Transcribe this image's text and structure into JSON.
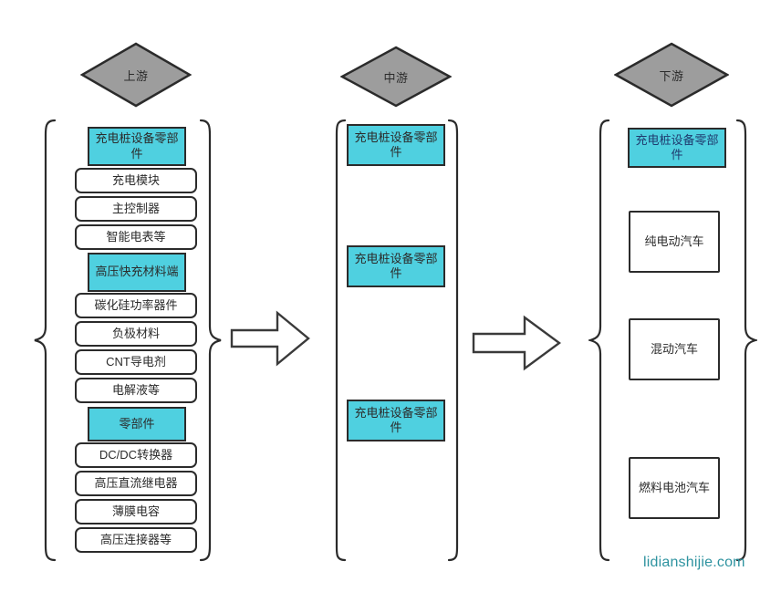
{
  "diagram": {
    "type": "value-chain-flow",
    "watermark": "lidianshijie.com",
    "colors": {
      "accent_cyan": "#4fd0e0",
      "stage_gray": "#9d9d9d",
      "outline": "#2b2b2b",
      "watermark": "#2e93a0",
      "right_header_text": "#1f3a6e"
    },
    "stages": [
      {
        "id": "upstream",
        "label": "上游",
        "groups": [
          {
            "header": "充电桩设备零部件",
            "items": [
              "充电模块",
              "主控制器",
              "智能电表等"
            ]
          },
          {
            "header": "高压快充材料端",
            "items": [
              "碳化硅功率器件",
              "负极材料",
              "CNT导电剂",
              "电解液等"
            ]
          },
          {
            "header": "零部件",
            "items": [
              "DC/DC转换器",
              "高压直流继电器",
              "薄膜电容",
              "高压连接器等"
            ]
          }
        ]
      },
      {
        "id": "midstream",
        "label": "中游",
        "groups": [
          {
            "header": "充电桩设备零部件",
            "items": []
          },
          {
            "header": "充电桩设备零部件",
            "items": []
          },
          {
            "header": "充电桩设备零部件",
            "items": []
          }
        ]
      },
      {
        "id": "downstream",
        "label": "下游",
        "groups": [
          {
            "header": "充电桩设备零部件",
            "items": [
              "纯电动汽车",
              "混动汽车",
              "燃料电池汽车"
            ]
          }
        ]
      }
    ],
    "connectors": [
      {
        "id": "arrow-upstream-to-midstream",
        "name": "right-arrow-icon"
      },
      {
        "id": "arrow-midstream-to-downstream",
        "name": "right-arrow-icon"
      }
    ]
  }
}
